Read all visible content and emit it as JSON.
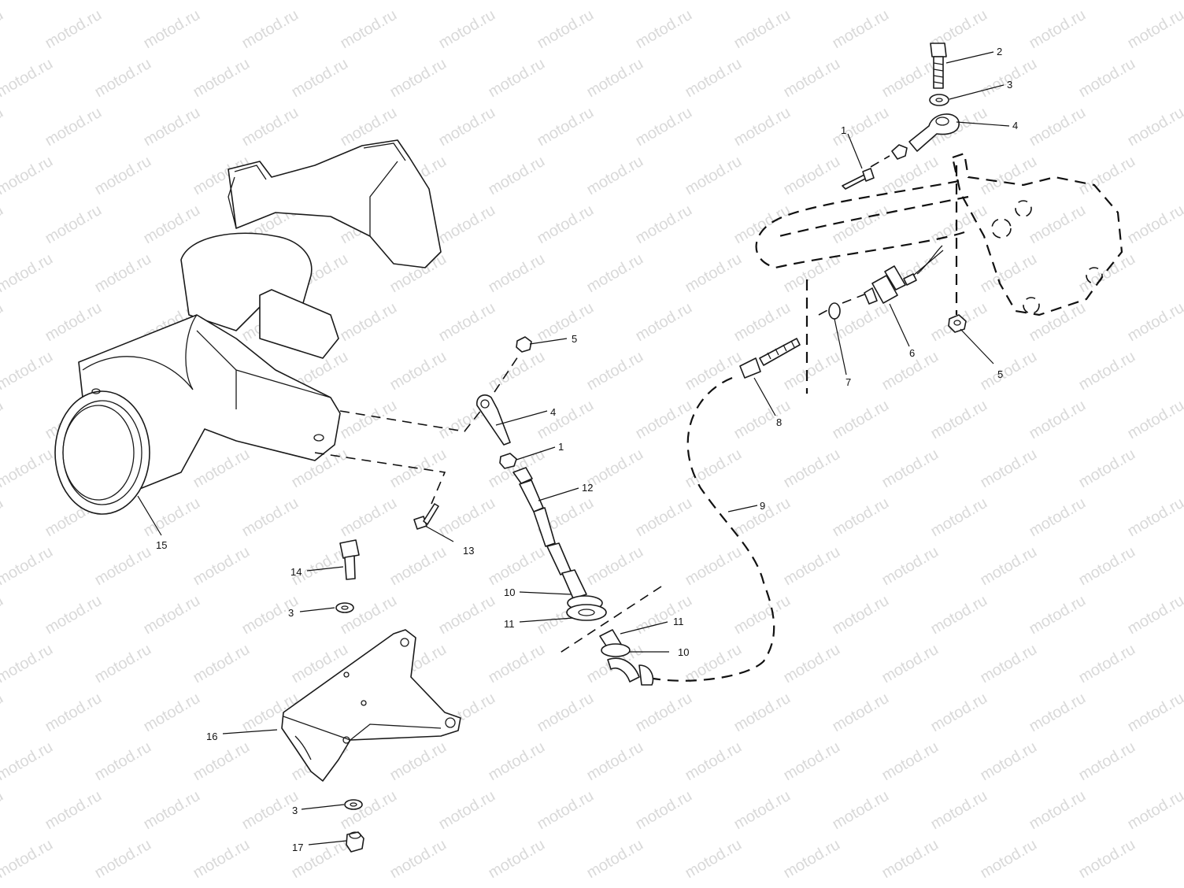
{
  "watermark": "motod.ru",
  "callouts": [
    {
      "id": "c-2",
      "text": "2"
    },
    {
      "id": "c-3-top",
      "text": "3"
    },
    {
      "id": "c-4-top",
      "text": "4"
    },
    {
      "id": "c-1-top",
      "text": "1"
    },
    {
      "id": "c-5-right",
      "text": "5"
    },
    {
      "id": "c-6",
      "text": "6"
    },
    {
      "id": "c-7",
      "text": "7"
    },
    {
      "id": "c-8",
      "text": "8"
    },
    {
      "id": "c-9",
      "text": "9"
    },
    {
      "id": "c-5-mid",
      "text": "5"
    },
    {
      "id": "c-4-mid",
      "text": "4"
    },
    {
      "id": "c-1-mid",
      "text": "1"
    },
    {
      "id": "c-12",
      "text": "12"
    },
    {
      "id": "c-13",
      "text": "13"
    },
    {
      "id": "c-15",
      "text": "15"
    },
    {
      "id": "c-14",
      "text": "14"
    },
    {
      "id": "c-3-mid",
      "text": "3"
    },
    {
      "id": "c-10-left",
      "text": "10"
    },
    {
      "id": "c-11-left",
      "text": "11"
    },
    {
      "id": "c-11-right",
      "text": "11"
    },
    {
      "id": "c-10-right",
      "text": "10"
    },
    {
      "id": "c-16",
      "text": "16"
    },
    {
      "id": "c-3-bottom",
      "text": "3"
    },
    {
      "id": "c-17",
      "text": "17"
    }
  ]
}
